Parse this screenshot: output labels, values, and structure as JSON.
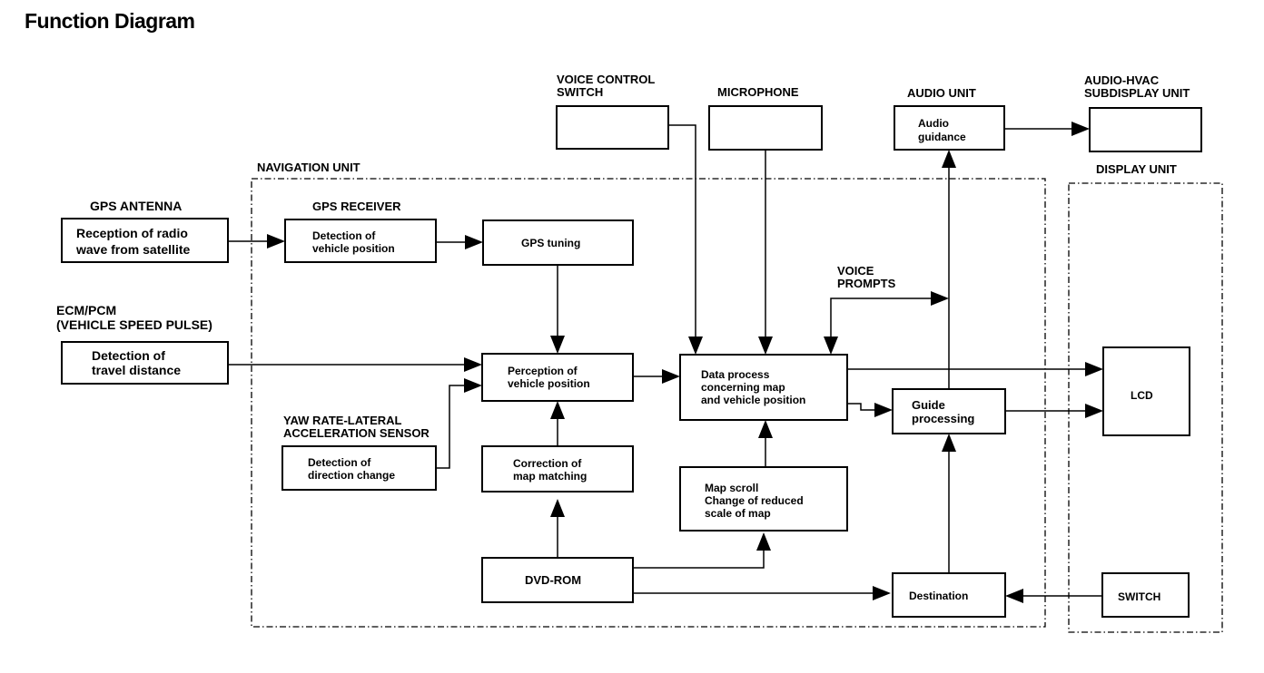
{
  "title": "Function Diagram",
  "groups": {
    "navigation_unit": "NAVIGATION UNIT",
    "display_unit": "DISPLAY UNIT"
  },
  "headings": {
    "voice_control_switch": [
      "VOICE CONTROL",
      "SWITCH"
    ],
    "microphone": [
      "MICROPHONE"
    ],
    "audio_unit": [
      "AUDIO UNIT"
    ],
    "audio_hvac": [
      "AUDIO-HVAC",
      "SUBDISPLAY UNIT"
    ],
    "gps_antenna": [
      "GPS ANTENNA"
    ],
    "gps_receiver": [
      "GPS RECEIVER"
    ],
    "ecm_pcm": [
      "ECM/PCM",
      "(VEHICLE SPEED PULSE)"
    ],
    "yaw_rate": [
      "YAW RATE-LATERAL",
      "ACCELERATION SENSOR"
    ],
    "voice_prompts": [
      "VOICE",
      "PROMPTS"
    ]
  },
  "boxes": {
    "reception": [
      "Reception of radio",
      "wave from satellite"
    ],
    "detection_position": [
      "Detection of",
      "vehicle position"
    ],
    "gps_tuning": [
      "GPS tuning"
    ],
    "travel_distance": [
      "Detection of",
      "travel distance"
    ],
    "perception": [
      "Perception of",
      "vehicle position"
    ],
    "direction_change": [
      "Detection of",
      "direction change"
    ],
    "map_matching": [
      "Correction of",
      "map matching"
    ],
    "dvd_rom": [
      "DVD-ROM"
    ],
    "data_process": [
      "Data process",
      "concerning map",
      "and vehicle position"
    ],
    "map_scroll": [
      "Map scroll",
      "Change of reduced",
      "scale of map"
    ],
    "audio_guidance": [
      "Audio",
      "guidance"
    ],
    "guide_processing": [
      "Guide",
      "processing"
    ],
    "destination": [
      "Destination"
    ],
    "voice_switch": [],
    "microphone": [],
    "subdisplay": [],
    "lcd": [
      "LCD"
    ],
    "switch": [
      "SWITCH"
    ]
  }
}
